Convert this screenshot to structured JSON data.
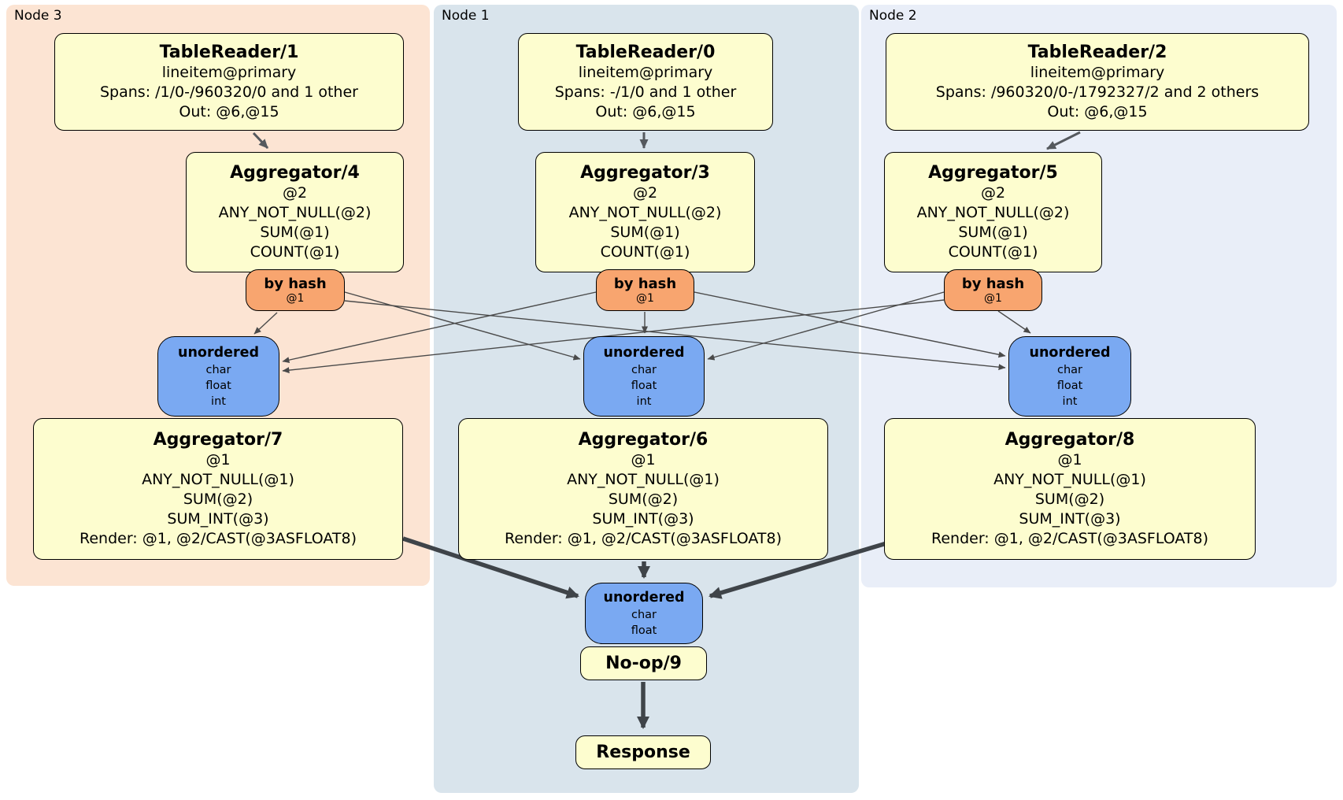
{
  "regions": {
    "node3": {
      "label": "Node 3"
    },
    "node1": {
      "label": "Node 1"
    },
    "node2": {
      "label": "Node 2"
    }
  },
  "processors": {
    "tablereader1": {
      "title": "TableReader/1",
      "lines": [
        "lineitem@primary",
        "Spans: /1/0-/960320/0 and 1 other",
        "Out: @6,@15"
      ]
    },
    "tablereader0": {
      "title": "TableReader/0",
      "lines": [
        "lineitem@primary",
        "Spans: -/1/0 and 1 other",
        "Out: @6,@15"
      ]
    },
    "tablereader2": {
      "title": "TableReader/2",
      "lines": [
        "lineitem@primary",
        "Spans: /960320/0-/1792327/2 and 2 others",
        "Out: @6,@15"
      ]
    },
    "aggregator4": {
      "title": "Aggregator/4",
      "lines": [
        "@2",
        "ANY_NOT_NULL(@2)",
        "SUM(@1)",
        "COUNT(@1)"
      ]
    },
    "aggregator3": {
      "title": "Aggregator/3",
      "lines": [
        "@2",
        "ANY_NOT_NULL(@2)",
        "SUM(@1)",
        "COUNT(@1)"
      ]
    },
    "aggregator5": {
      "title": "Aggregator/5",
      "lines": [
        "@2",
        "ANY_NOT_NULL(@2)",
        "SUM(@1)",
        "COUNT(@1)"
      ]
    },
    "aggregator7": {
      "title": "Aggregator/7",
      "lines": [
        "@1",
        "ANY_NOT_NULL(@1)",
        "SUM(@2)",
        "SUM_INT(@3)",
        "Render: @1, @2/CAST(@3ASFLOAT8)"
      ]
    },
    "aggregator6": {
      "title": "Aggregator/6",
      "lines": [
        "@1",
        "ANY_NOT_NULL(@1)",
        "SUM(@2)",
        "SUM_INT(@3)",
        "Render: @1, @2/CAST(@3ASFLOAT8)"
      ]
    },
    "aggregator8": {
      "title": "Aggregator/8",
      "lines": [
        "@1",
        "ANY_NOT_NULL(@1)",
        "SUM(@2)",
        "SUM_INT(@3)",
        "Render: @1, @2/CAST(@3ASFLOAT8)"
      ]
    },
    "noop9": {
      "title": "No-op/9"
    },
    "response": {
      "title": "Response"
    }
  },
  "routers": {
    "byhash_node3": {
      "title": "by hash",
      "lines": [
        "@1"
      ]
    },
    "byhash_node1": {
      "title": "by hash",
      "lines": [
        "@1"
      ]
    },
    "byhash_node2": {
      "title": "by hash",
      "lines": [
        "@1"
      ]
    }
  },
  "syncs": {
    "unordered_node3": {
      "title": "unordered",
      "lines": [
        "char",
        "float",
        "int"
      ]
    },
    "unordered_node1": {
      "title": "unordered",
      "lines": [
        "char",
        "float",
        "int"
      ]
    },
    "unordered_node2": {
      "title": "unordered",
      "lines": [
        "char",
        "float",
        "int"
      ]
    },
    "unordered_final": {
      "title": "unordered",
      "lines": [
        "char",
        "float"
      ]
    }
  },
  "colors": {
    "region_node3_bg": "#fce4d3",
    "region_node1_bg": "#d9e4ec",
    "region_node2_bg": "#e9eef8",
    "processor_bg": "#fdfdcf",
    "router_bg": "#f8a56f",
    "sync_bg": "#7aa9f2",
    "border": "#000000",
    "edge_thin": "#4a4a4a",
    "edge_thick": "#3f4449"
  }
}
